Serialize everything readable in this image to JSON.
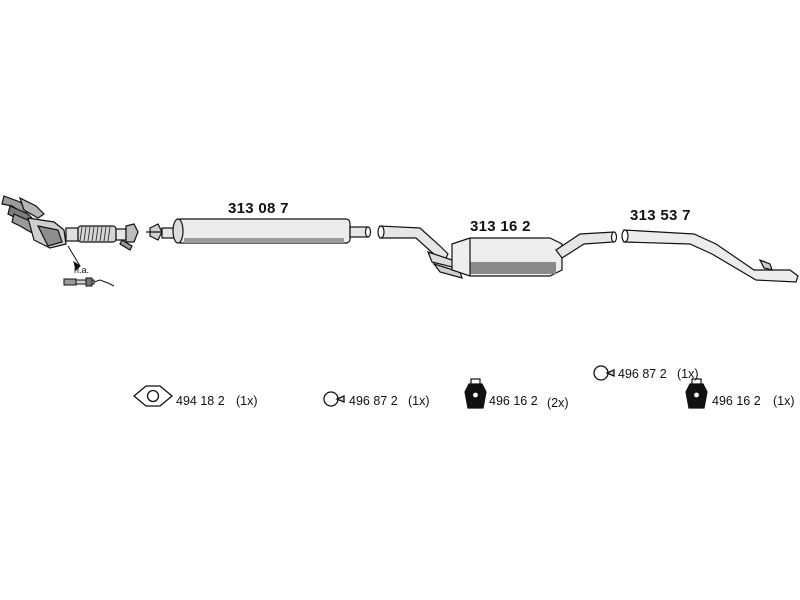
{
  "parts": {
    "front_pipe_note": "n.a.",
    "middle_silencer": "313 08 7",
    "rear_silencer": "313 16 2",
    "tail_pipe": "313 53 7"
  },
  "accessories": [
    {
      "number": "494 18 2",
      "qty": "(1x)",
      "icon": "flange-gasket-icon"
    },
    {
      "number": "496 87 2",
      "qty": "(1x)",
      "icon": "clamp-ring-icon"
    },
    {
      "number": "496 16 2",
      "qty": "(2x)",
      "icon": "rubber-hanger-icon"
    },
    {
      "number": "496 87 2",
      "qty": "(1x)",
      "icon": "clamp-ring-icon"
    },
    {
      "number": "496 16 2",
      "qty": "(1x)",
      "icon": "rubber-hanger-icon"
    }
  ]
}
